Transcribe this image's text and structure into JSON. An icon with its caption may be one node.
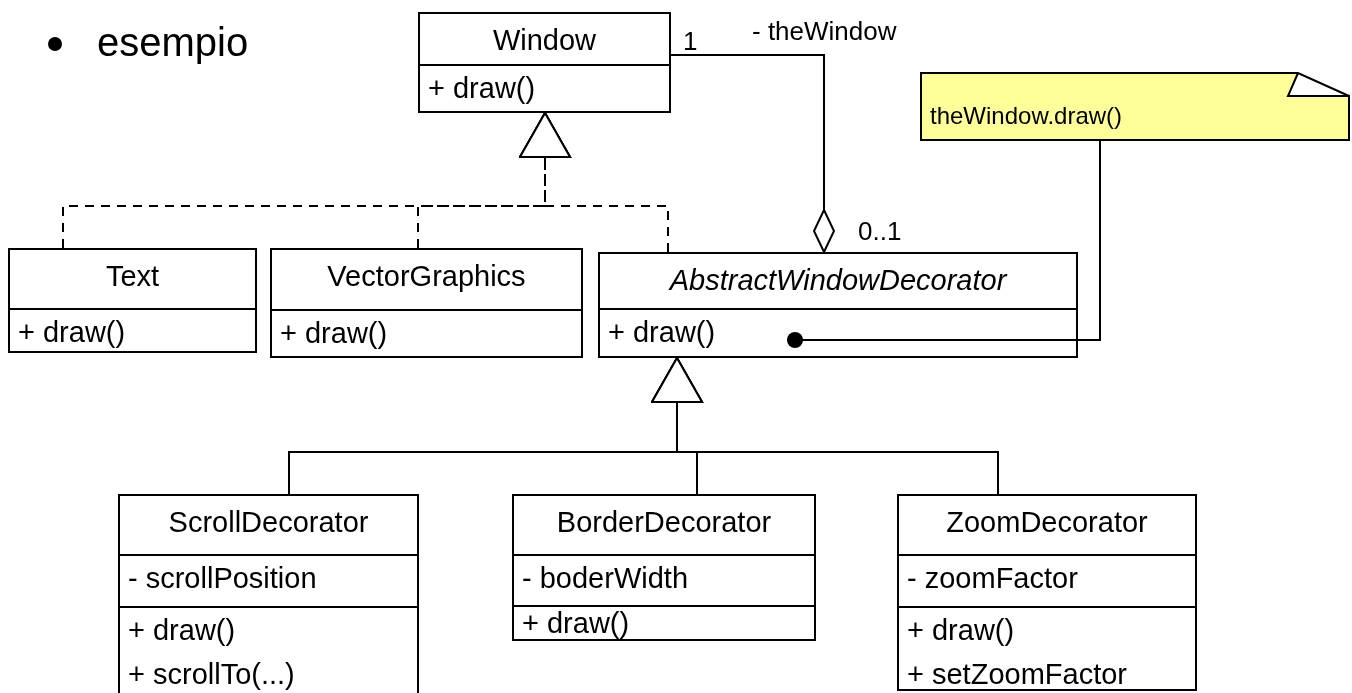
{
  "diagram": {
    "nodes": [
      {
        "text": [
          "Window",
          "+ draw()"
        ]
      },
      {
        "text": [
          "theWindow.draw()"
        ]
      },
      {
        "text": [
          "Text",
          "+ draw()"
        ]
      },
      {
        "text": [
          "VectorGraphics",
          "+ draw()"
        ]
      },
      {
        "text": [
          "AbstractWindowDecorator",
          "+ draw()"
        ]
      },
      {
        "text": [
          "ScrollDecorator",
          "- scrollPosition",
          "+ draw()",
          "+ scrollTo(...)"
        ]
      },
      {
        "text": [
          "BorderDecorator",
          "- boderWidth",
          "+ draw()"
        ]
      },
      {
        "text": [
          "ZoomDecorator",
          "- zoomFactor",
          "+ draw()",
          "+ setZoomFactor"
        ]
      }
    ],
    "edges": [
      {
        "from": 2,
        "to": 0,
        "arrow": "to",
        "style": "dashed"
      },
      {
        "from": 3,
        "to": 0,
        "arrow": "to",
        "style": "dashed"
      },
      {
        "from": 4,
        "to": 0,
        "arrow": "to",
        "style": "dashed"
      },
      {
        "from": 0,
        "to": 4,
        "arrow": "other"
      },
      {
        "from": 1,
        "to": 4,
        "arrow": "other"
      },
      {
        "from": 5,
        "to": 4,
        "arrow": "to"
      },
      {
        "from": 6,
        "to": 4,
        "arrow": "to"
      },
      {
        "from": 7,
        "to": 4,
        "arrow": "to"
      }
    ],
    "labels": [
      "esempio",
      "1",
      "- theWindow",
      "0..1"
    ]
  }
}
